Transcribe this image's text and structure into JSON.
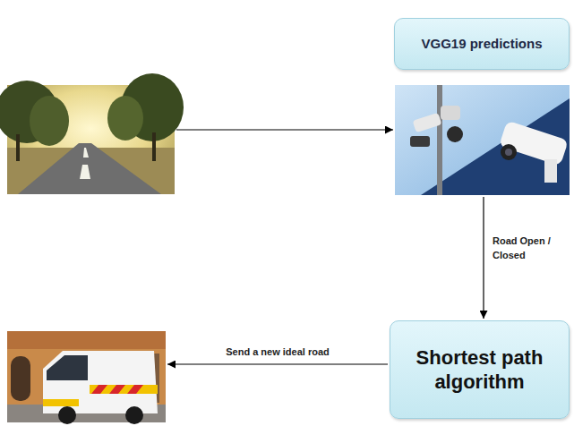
{
  "diagram": {
    "nodes": [
      {
        "text": [
          "VGG19 predictions"
        ]
      },
      {
        "text": []
      },
      {
        "text": []
      },
      {
        "text": [
          "Shortest path algorithm"
        ]
      },
      {
        "text": []
      }
    ],
    "edges": [
      {
        "from": 1,
        "to": 2,
        "arrow": "to"
      },
      {
        "from": 2,
        "to": 3,
        "label": "Road Open / Closed",
        "arrow": "to"
      },
      {
        "from": 3,
        "to": 4,
        "label": "Send a new ideal road",
        "arrow": "to"
      }
    ]
  }
}
